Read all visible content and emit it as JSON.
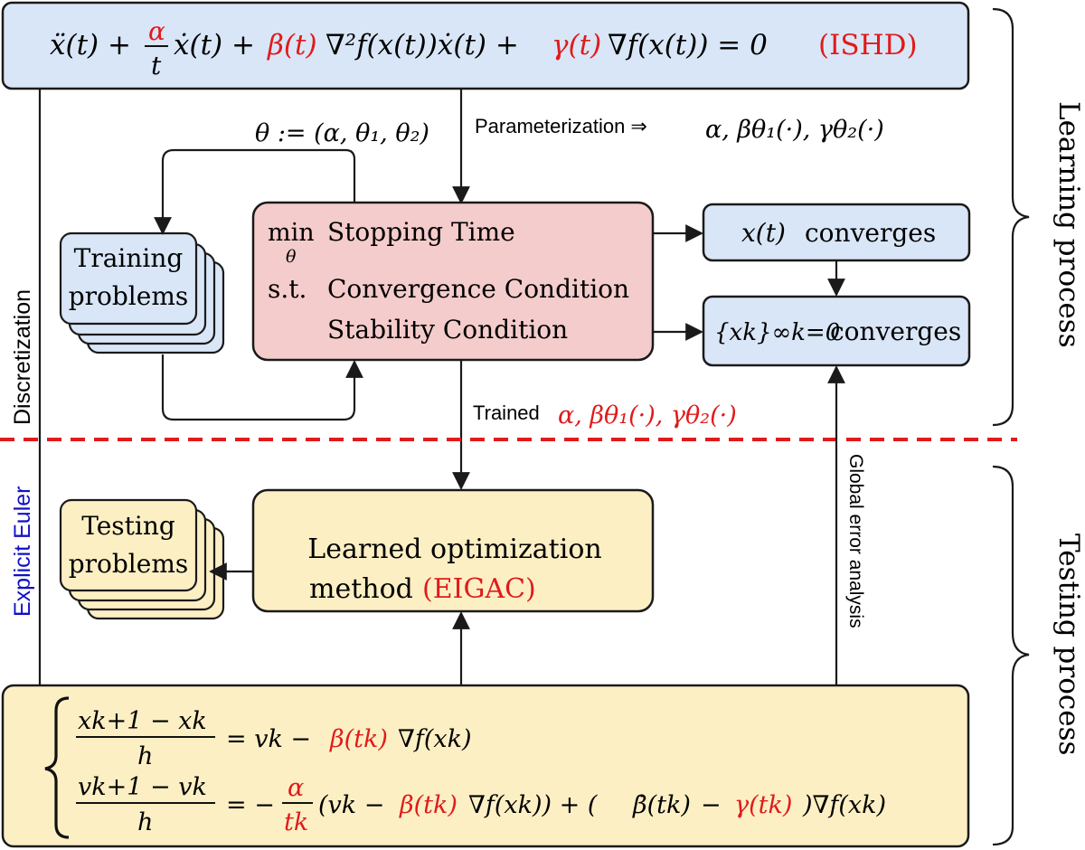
{
  "colors": {
    "blue_box": "#d9e6f7",
    "red_box": "#f4cccb",
    "yellow_box": "#fcefc4",
    "accent_red": "#e01b1b",
    "accent_blue": "#1010c8",
    "stroke": "#1a1a1a"
  },
  "ode": {
    "lhs_part1": "ẍ(t) + ",
    "alpha": "α",
    "t": "t",
    "lhs_part2": "ẋ(t) + ",
    "beta": "β(t)",
    "lhs_part3": "∇²f(x(t))ẋ(t) + ",
    "gamma": "γ(t)",
    "lhs_part4": "∇f(x(t)) = 0",
    "tag": "(ISHD)"
  },
  "theta_def": "θ := (α, θ₁, θ₂)",
  "parameterization": {
    "label": "Parameterization ⇒ ",
    "math": "α, βθ₁(·), γθ₂(·)"
  },
  "training": {
    "line1": "Training",
    "line2": "problems"
  },
  "optimization": {
    "min": "min",
    "theta": "θ",
    "objective": "Stopping Time",
    "st": "s.t.",
    "c1": "Convergence Condition",
    "c2": "Stability Condition"
  },
  "converge_x": {
    "math": "x(t)",
    "text": "converges"
  },
  "converge_seq": {
    "math": "{xk}∞k=0",
    "text": "converges"
  },
  "trained": {
    "label": "Trained ",
    "math": "α, βθ₁(·), γθ₂(·)"
  },
  "discretization": "Discretization",
  "explicit_euler": "Explicit Euler",
  "global_error": "Global error analysis",
  "testing": {
    "line1": "Testing",
    "line2": "problems"
  },
  "learned": {
    "line1": "Learned optimization",
    "line2": "method ",
    "tag": "(EIGAC)"
  },
  "learning_process": "Learning process",
  "testing_process": "Testing process",
  "scheme": {
    "eq1_num": "xk+1 − xk",
    "eq1_den": "h",
    "eq1_rhs_a": "= vk − ",
    "eq1_rhs_red": "β(tk)",
    "eq1_rhs_b": "∇f(xk)",
    "eq2_num": "vk+1 − vk",
    "eq2_den": "h",
    "eq2_rhs_a": "= −",
    "eq2_alpha": "α",
    "eq2_tk": "tk",
    "eq2_rhs_b": "(vk − ",
    "eq2_beta": "β(tk)",
    "eq2_rhs_c": "∇f(xk)) + (",
    "eq2_betadot": "β̇(tk)",
    "eq2_minus": " − ",
    "eq2_gamma": "γ(tk)",
    "eq2_rhs_d": ")∇f(xk)"
  }
}
